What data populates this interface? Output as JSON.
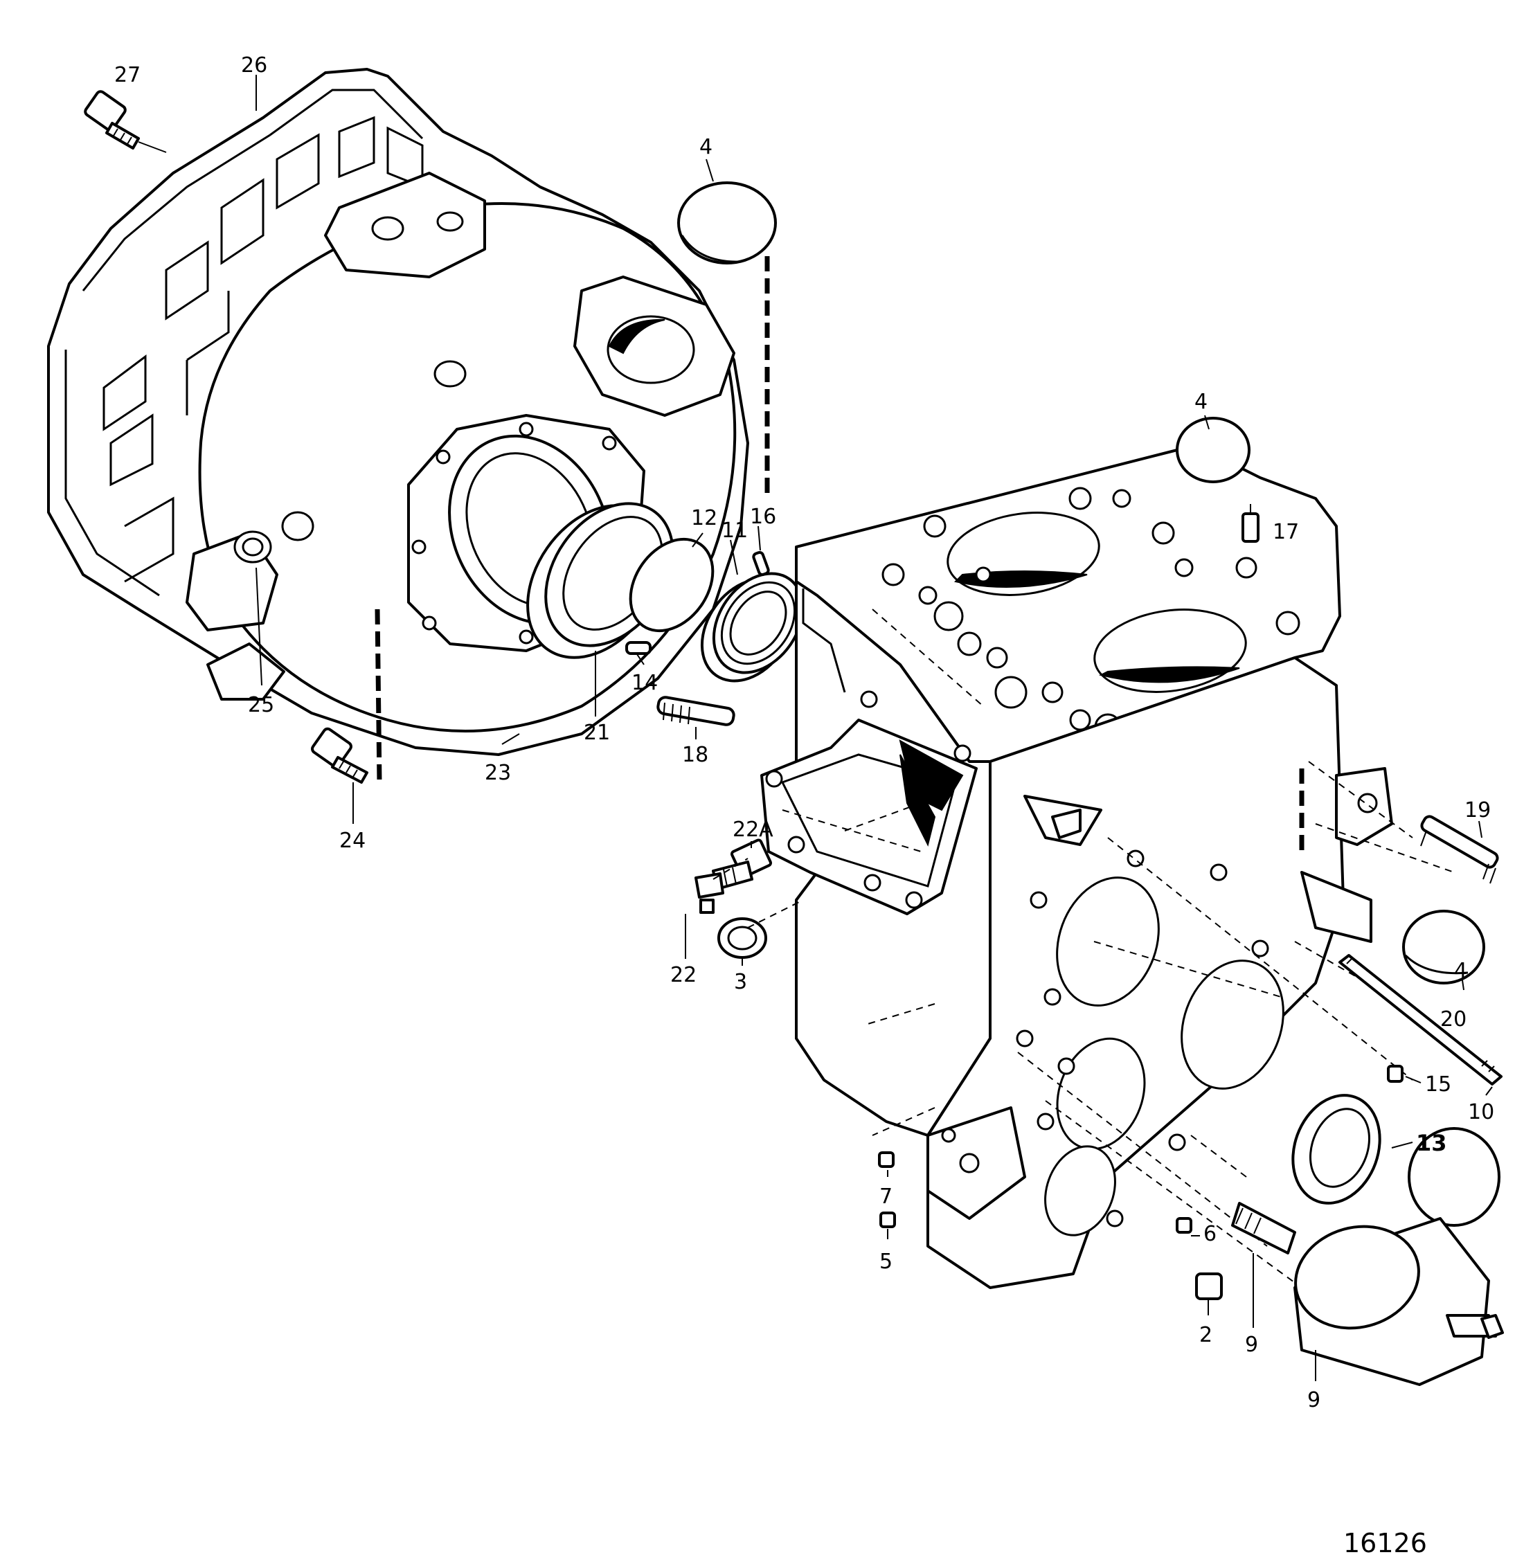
{
  "diagram": {
    "drawing_number": "16126",
    "callouts": {
      "c27": "27",
      "c26": "26",
      "c4_top": "4",
      "c4_mid": "4",
      "c4_right": "4",
      "c12": "12",
      "c11": "11",
      "c16": "16",
      "c17": "17",
      "c14": "14",
      "c25": "25",
      "c21": "21",
      "c23": "23",
      "c18": "18",
      "c24": "24",
      "c19": "19",
      "c22A": "22A",
      "c22": "22",
      "c3": "3",
      "c20": "20",
      "c15": "15",
      "c10": "10",
      "c13": "13",
      "c7": "7",
      "c5": "5",
      "c6": "6",
      "c2": "2",
      "c9_stud": "9",
      "c9_pump": "9"
    }
  }
}
